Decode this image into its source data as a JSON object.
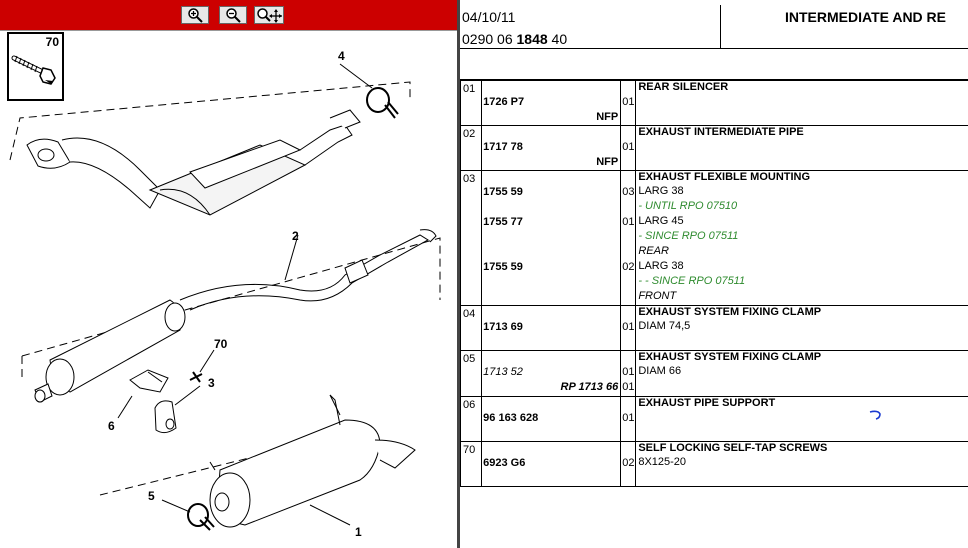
{
  "toolbar": {
    "zoom_in_icon": "zoom-in-icon",
    "zoom_out_icon": "zoom-out-icon",
    "zoom_pan_icon": "zoom-pan-icon"
  },
  "diagram": {
    "thumb_label": "70",
    "callouts": [
      "4",
      "2",
      "70",
      "3",
      "6",
      "5",
      "1"
    ]
  },
  "header": {
    "date": "04/10/11",
    "ref_prefix": "0290 06 ",
    "ref_bold": "1848",
    "ref_suffix": " 40",
    "title": "INTERMEDIATE AND RE"
  },
  "parts": [
    {
      "item": "01",
      "refs": [
        "1726 P7"
      ],
      "note": "NFP",
      "qtys": [
        "01"
      ],
      "desc": "REAR SILENCER",
      "lines": []
    },
    {
      "item": "02",
      "refs": [
        "1717 78"
      ],
      "note": "NFP",
      "qtys": [
        "01"
      ],
      "desc": "EXHAUST INTERMEDIATE PIPE",
      "lines": []
    },
    {
      "item": "03",
      "variants": [
        {
          "ref": "1755 59",
          "qty": "03",
          "lines": [
            "LARG 38",
            "- UNTIL RPO 07510"
          ]
        },
        {
          "ref": "1755 77",
          "qty": "01",
          "lines": [
            "LARG 45",
            "- SINCE RPO 07511",
            "REAR"
          ]
        },
        {
          "ref": "1755 59",
          "qty": "02",
          "lines": [
            "LARG 38",
            "- - SINCE RPO 07511",
            "FRONT"
          ]
        }
      ],
      "desc": "EXHAUST FLEXIBLE MOUNTING"
    },
    {
      "item": "04",
      "refs": [
        "1713 69"
      ],
      "qtys": [
        "01"
      ],
      "desc": "EXHAUST SYSTEM FIXING CLAMP",
      "lines": [
        "DIAM 74,5"
      ]
    },
    {
      "item": "05",
      "refs": [
        "1713 52"
      ],
      "rp": "RP 1713 66",
      "qtys": [
        "01",
        "01"
      ],
      "desc": "EXHAUST SYSTEM FIXING CLAMP",
      "lines": [
        "DIAM 66"
      ]
    },
    {
      "item": "06",
      "refs": [
        "96 163 628"
      ],
      "qtys": [
        "01"
      ],
      "desc": "EXHAUST PIPE SUPPORT",
      "lines": []
    },
    {
      "item": "70",
      "refs": [
        "6923 G6"
      ],
      "qtys": [
        "02"
      ],
      "desc": "SELF LOCKING SELF-TAP SCREWS",
      "lines": [
        "8X125-20"
      ]
    }
  ]
}
